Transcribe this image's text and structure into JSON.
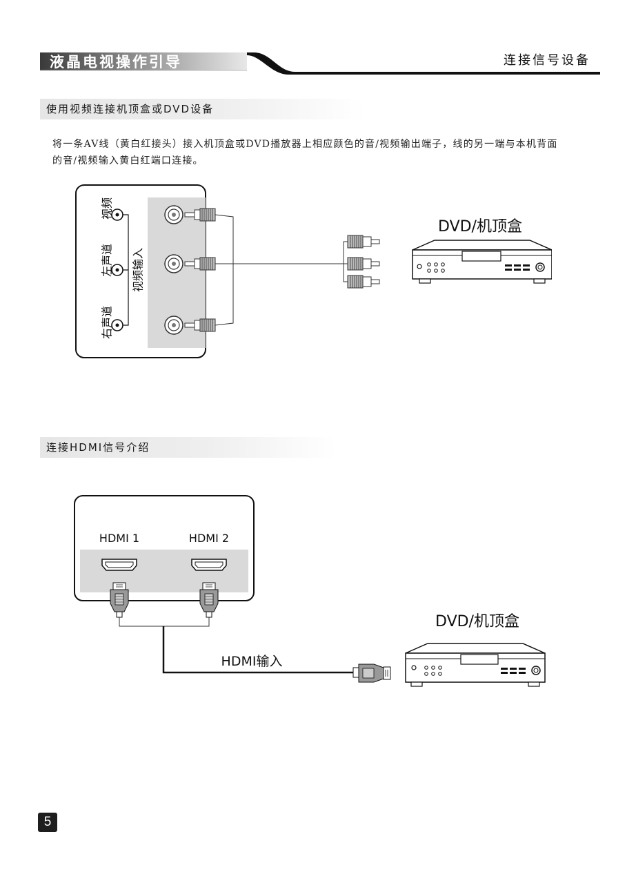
{
  "header": {
    "left_title": "液晶电视操作引导",
    "right_title": "连接信号设备"
  },
  "section1": {
    "title": "使用视频连接机顶盒或DVD设备",
    "body": "将一条AV线（黄白红接头）接入机顶盒或DVD播放器上相应颜色的音/视频输出端子，线的另一端与本机背面的音/视频输入黄白红端口连接。",
    "diagram": {
      "port_labels": [
        "视频",
        "左声道",
        "右声道"
      ],
      "group_label": "视频输入",
      "device_label": "DVD/机顶盒"
    }
  },
  "section2": {
    "title": "连接HDMI信号介绍",
    "diagram": {
      "port_labels": [
        "HDMI 1",
        "HDMI 2"
      ],
      "cable_label": "HDMI输入",
      "device_label": "DVD/机顶盒"
    }
  },
  "page_number": "5"
}
